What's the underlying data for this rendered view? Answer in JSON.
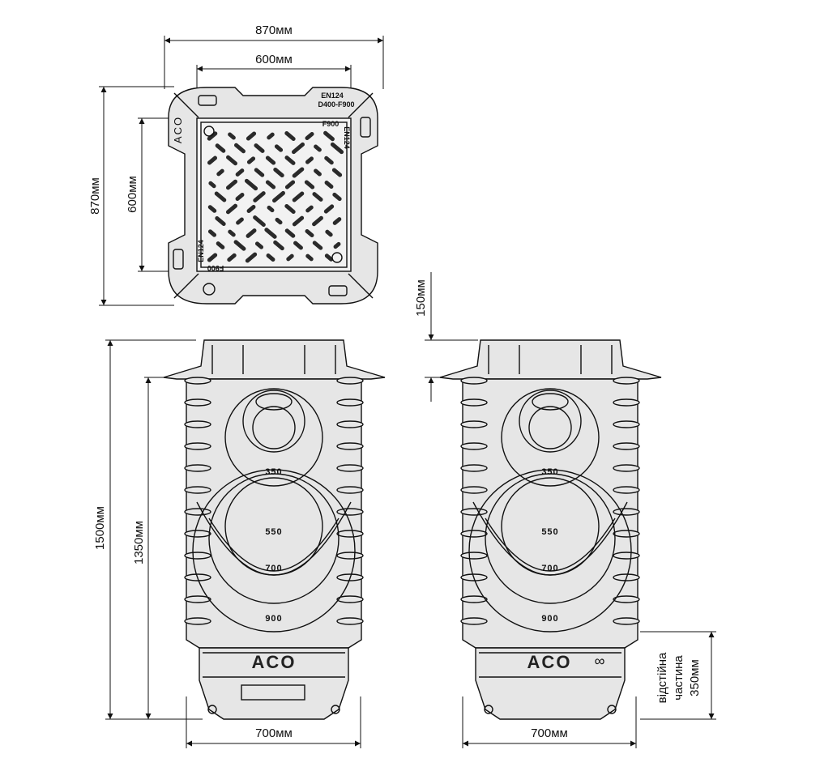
{
  "top_view": {
    "outer_width_label": "870мм",
    "inner_width_label": "600мм",
    "outer_height_label": "870мм",
    "inner_height_label": "600мм",
    "cover_marking_line1": "EN124",
    "cover_marking_line2": "D400-F900",
    "cover_class_top": "F900",
    "cover_side_marking": "EN124",
    "cover_class_bottom": "F900",
    "cover_side_marking_bottom": "EN124",
    "logo": "ACO"
  },
  "front_view": {
    "total_height_label": "1500мм",
    "body_height_label": "1350мм",
    "base_width_label": "700мм",
    "logo": "ACO",
    "pipe_sizes": [
      "350",
      "550",
      "700",
      "900"
    ]
  },
  "side_view": {
    "frame_height_label": "150мм",
    "base_width_label": "700мм",
    "logo": "ACO",
    "logo_symbol": "∞",
    "pipe_sizes": [
      "350",
      "550",
      "700",
      "900"
    ],
    "sediment_label_line1": "відстійна",
    "sediment_label_line2": "частина",
    "sediment_label_line3": "350мм"
  },
  "colors": {
    "line": "#111111",
    "fill": "#e6e6e6",
    "background": "#ffffff"
  }
}
